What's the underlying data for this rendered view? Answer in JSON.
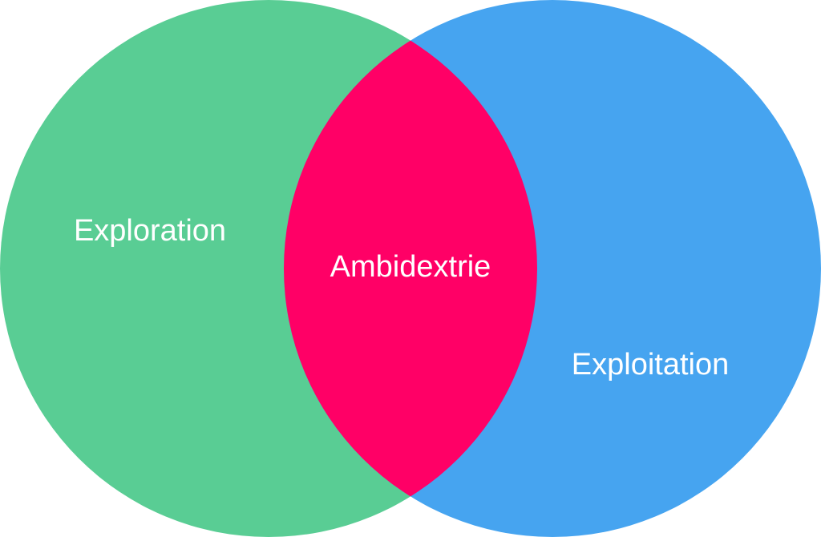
{
  "diagram": {
    "type": "venn",
    "sets": [
      {
        "label": "Exploration",
        "color": "#59CD94"
      },
      {
        "label": "Exploitation",
        "color": "#46A4F0"
      }
    ],
    "intersection": {
      "label": "Ambidextrie",
      "color": "#FF0066"
    }
  }
}
